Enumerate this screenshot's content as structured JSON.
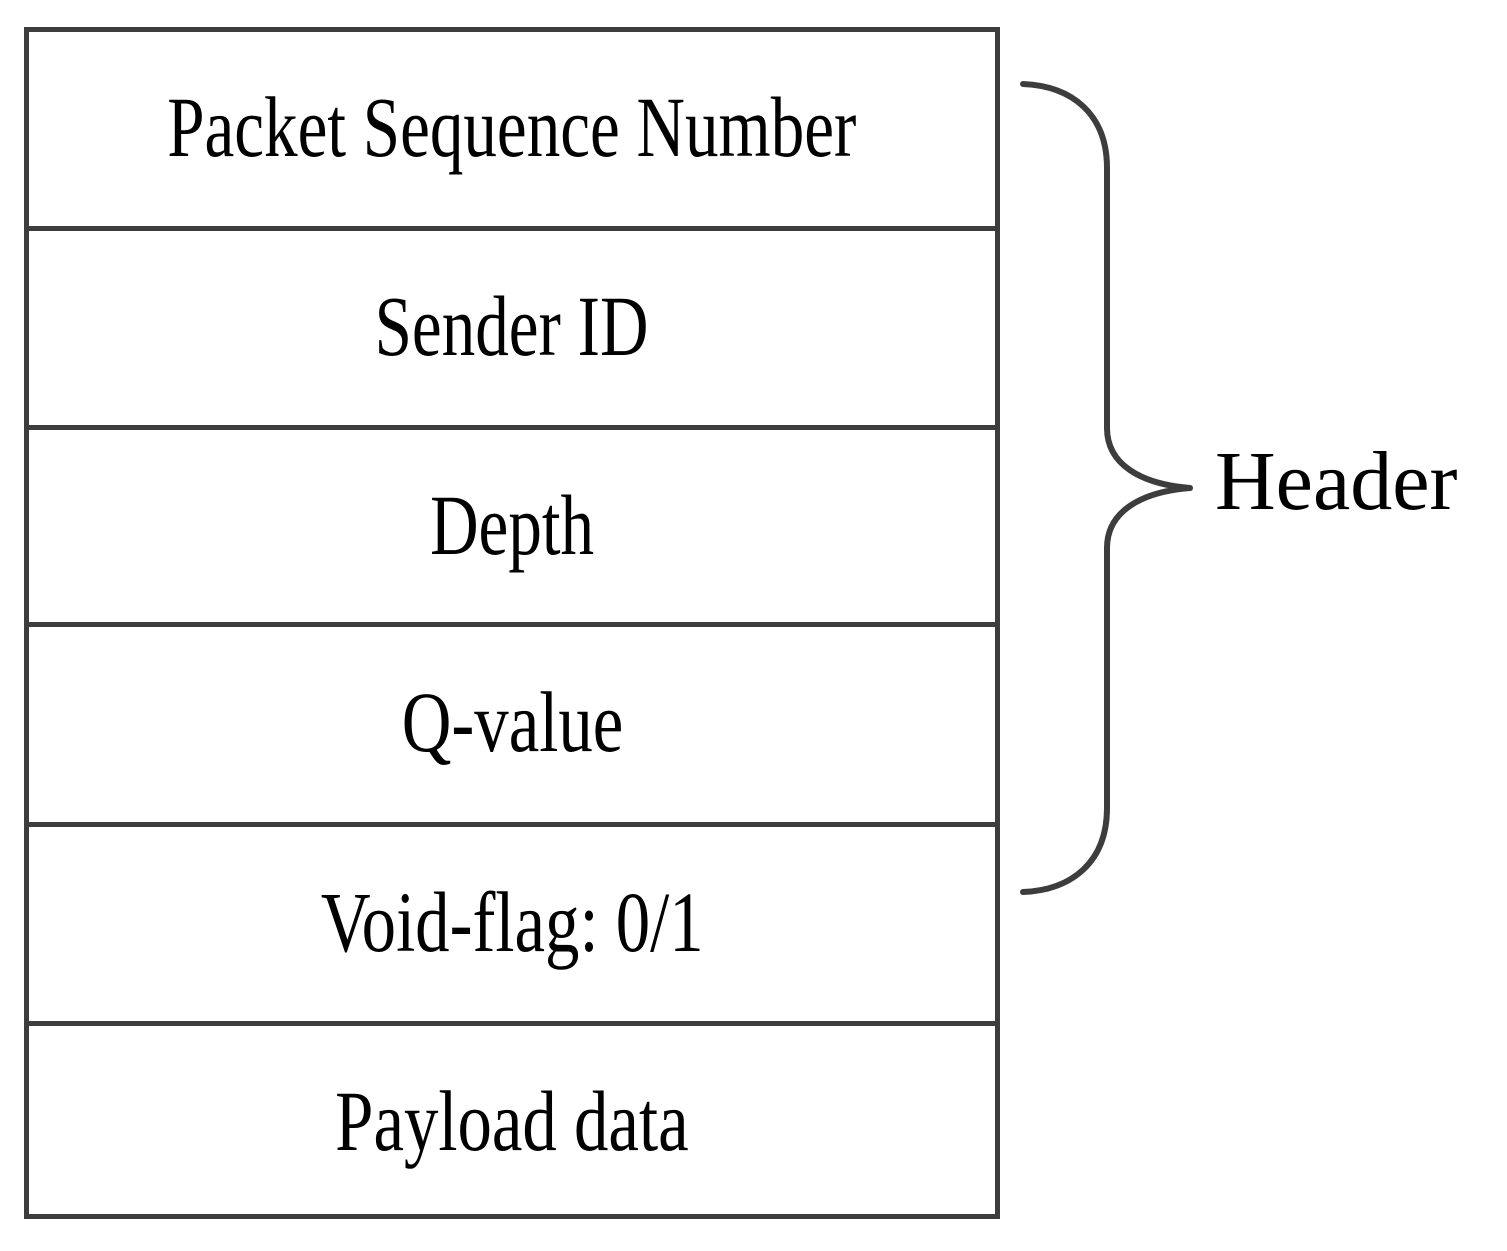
{
  "figure": {
    "type": "packet-format-diagram",
    "background_color": "#ffffff",
    "line_color": "#3d3d3d",
    "text_color": "#000000"
  },
  "packet": {
    "fields": [
      {
        "label": "Packet Sequence Number",
        "part": "header"
      },
      {
        "label": "Sender ID",
        "part": "header"
      },
      {
        "label": "Depth",
        "part": "header"
      },
      {
        "label": "Q-value",
        "part": "header"
      },
      {
        "label": "Void-flag: 0/1",
        "part": "header"
      },
      {
        "label": "Payload data",
        "part": "payload"
      }
    ]
  },
  "annotations": {
    "brace_label": "Header",
    "brace_spans_fields": 5
  }
}
